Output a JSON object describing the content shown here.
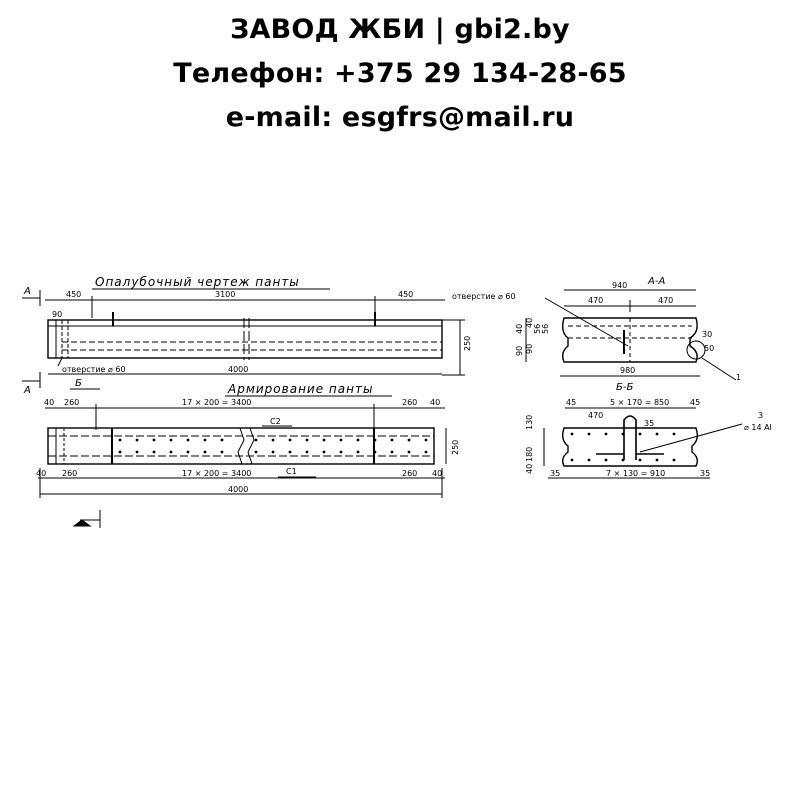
{
  "header": {
    "line1": "ЗАВОД ЖБИ | gbi2.by",
    "line2": "Телефон: +375 29 134-28-65",
    "line3": "e-mail: esgfrs@mail.ru"
  },
  "formwork": {
    "title": "Опалубочный чертеж панты",
    "section_mark_a": "А",
    "section_mark_b": "Б",
    "dim_left": "450",
    "dim_mid": "3100",
    "dim_right": "450",
    "dim_length": "4000",
    "dim_height": "250",
    "dim_edge": "90",
    "hole_note": "отверстие ⌀ 60"
  },
  "reinforcement": {
    "title": "Армирование панты",
    "dim_top_l1": "40",
    "dim_top_l2": "260",
    "dim_top_mid": "17 × 200 = 3400",
    "dim_top_r2": "260",
    "dim_top_r1": "40",
    "dim_bot_l1": "40",
    "dim_bot_l2": "260",
    "dim_bot_mid": "17 × 200 = 3400",
    "dim_bot_r2": "260",
    "dim_bot_r1": "40",
    "dim_length": "4000",
    "dim_height": "250",
    "mark_c1": "С1",
    "mark_c2": "С2"
  },
  "section_aa": {
    "title": "А-А",
    "dim_total": "940",
    "dim_half_l": "470",
    "dim_half_r": "470",
    "dim_bottom": "980",
    "hole_note": "отверстие ⌀ 60",
    "dim_v1": "40",
    "dim_v2": "90",
    "dim_v3": "40",
    "dim_v4": "90",
    "dim_v5": "56",
    "dim_v6": "56",
    "dim_r1": "30",
    "dim_r2": "50",
    "callout": "1"
  },
  "section_bb": {
    "title": "Б-Б",
    "dim_top_l": "45",
    "dim_top_mid": "5 × 170 = 850",
    "dim_top_r": "45",
    "dim_half": "470",
    "dim_inner": "35",
    "dim_v1": "130",
    "dim_v2": "180",
    "dim_v3": "40",
    "dim_bot_l": "35",
    "dim_bot_mid": "7 × 130 = 910",
    "dim_bot_r": "35",
    "callout_num": "3",
    "callout_note": "⌀ 14 АI"
  }
}
